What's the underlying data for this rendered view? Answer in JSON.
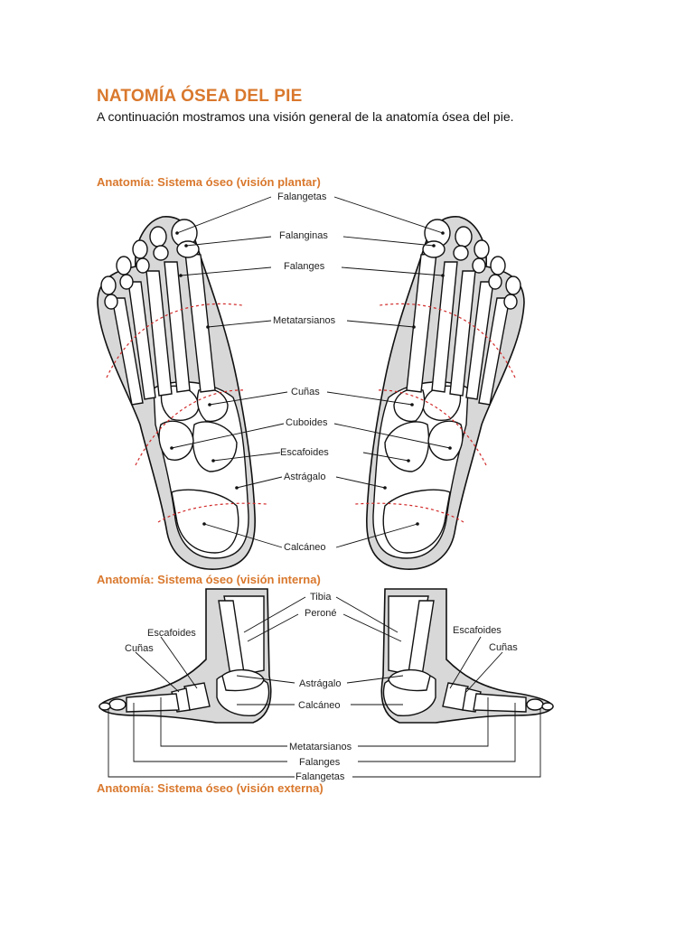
{
  "title": "NATOMÍA ÓSEA DEL PIE",
  "intro": "A continuación mostramos una visión general de la anatomía ósea del pie.",
  "sections": {
    "plantar": "Anatomía: Sistema óseo (visión plantar)",
    "interna": "Anatomía: Sistema óseo (visión interna)",
    "externa": "Anatomía: Sistema óseo (visión externa)"
  },
  "plantar_labels": {
    "falangetas": "Falangetas",
    "falanginas": "Falanginas",
    "falanges": "Falanges",
    "metatarsianos": "Metatarsianos",
    "cunas": "Cuñas",
    "cuboides": "Cuboides",
    "escafoides": "Escafoides",
    "astragalo": "Astrágalo",
    "calcaneo": "Calcáneo"
  },
  "side_labels": {
    "tibia": "Tibia",
    "perone": "Peroné",
    "escafoides_left": "Escafoides",
    "cunas_left": "Cuñas",
    "escafoides_right": "Escafoides",
    "cunas_right": "Cuñas",
    "astragalo": "Astrágalo",
    "calcaneo": "Calcáneo",
    "metatarsianos": "Metatarsianos",
    "falanges": "Falanges",
    "falangetas": "Falangetas"
  },
  "colors": {
    "heading": "#d9782d",
    "guide_line": "#d22a2a",
    "skin": "#d8d8d8"
  }
}
